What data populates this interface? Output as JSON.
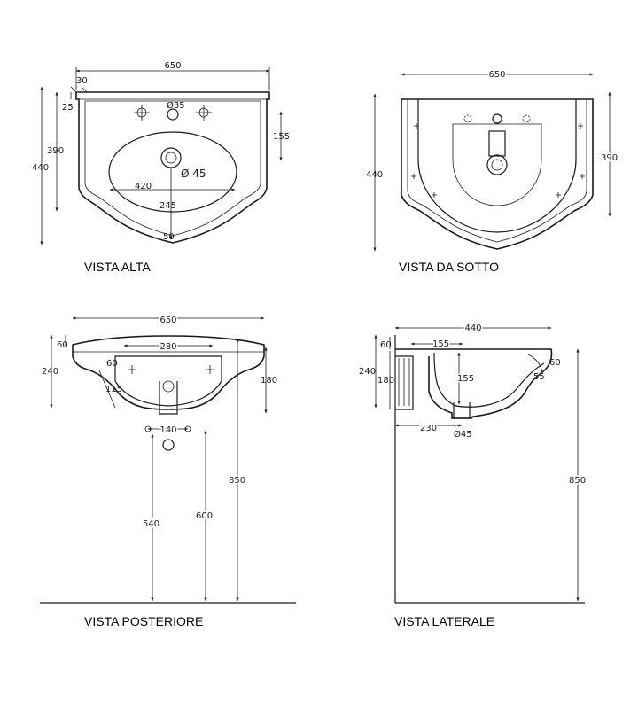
{
  "top_view": {
    "caption": "VISTA ALTA",
    "dims": {
      "width": "650",
      "rim": "30",
      "depth_25": "25",
      "hole": "Ø35",
      "h155": "155",
      "h390": "390",
      "h440": "440",
      "bowl_420": "420",
      "drain": "Ø 45",
      "d245": "245",
      "d50": "50"
    }
  },
  "bottom_view": {
    "caption": "VISTA DA SOTTO",
    "dims": {
      "width": "650",
      "h440": "440",
      "h390": "390"
    }
  },
  "rear_view": {
    "caption": "VISTA POSTERIORE",
    "dims": {
      "width": "650",
      "d60a": "60",
      "d240": "240",
      "d280": "280",
      "d60b": "60",
      "d115": "115",
      "d180": "180",
      "d140": "140",
      "d850": "850",
      "d540": "540",
      "d600": "600"
    }
  },
  "side_view": {
    "caption": "VISTA LATERALE",
    "dims": {
      "width": "440",
      "d60": "60",
      "d155a": "155",
      "d240": "240",
      "d180": "180",
      "d155b": "155",
      "d60r": "60",
      "d55": "55",
      "d230": "230",
      "drain": "Ø45",
      "d850": "850"
    }
  }
}
